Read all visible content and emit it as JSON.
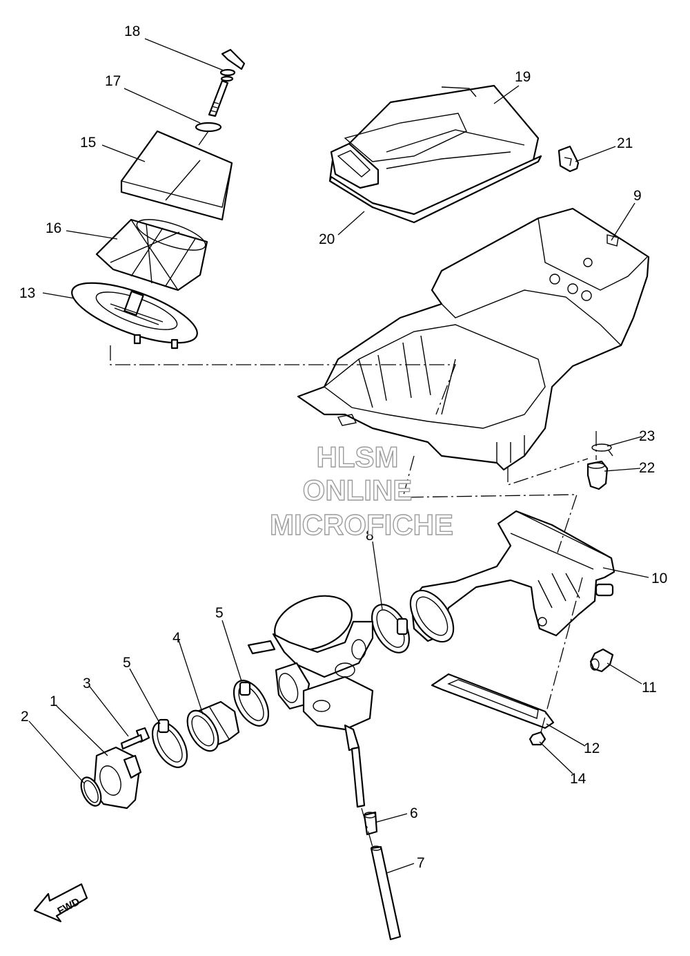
{
  "callouts": {
    "n1": "1",
    "n2": "2",
    "n3": "3",
    "n4": "4",
    "n5a": "5",
    "n5b": "5",
    "n6": "6",
    "n7": "7",
    "n8": "8",
    "n9": "9",
    "n10": "10",
    "n11": "11",
    "n12": "12",
    "n13": "13",
    "n14": "14",
    "n15": "15",
    "n16": "16",
    "n17": "17",
    "n18": "18",
    "n19": "19",
    "n20": "20",
    "n21": "21",
    "n22": "22",
    "n23": "23"
  },
  "watermark": {
    "line1": "HLSM",
    "line2": "ONLINE",
    "line3": "MICROFICHE"
  },
  "direction_badge": "FWD"
}
